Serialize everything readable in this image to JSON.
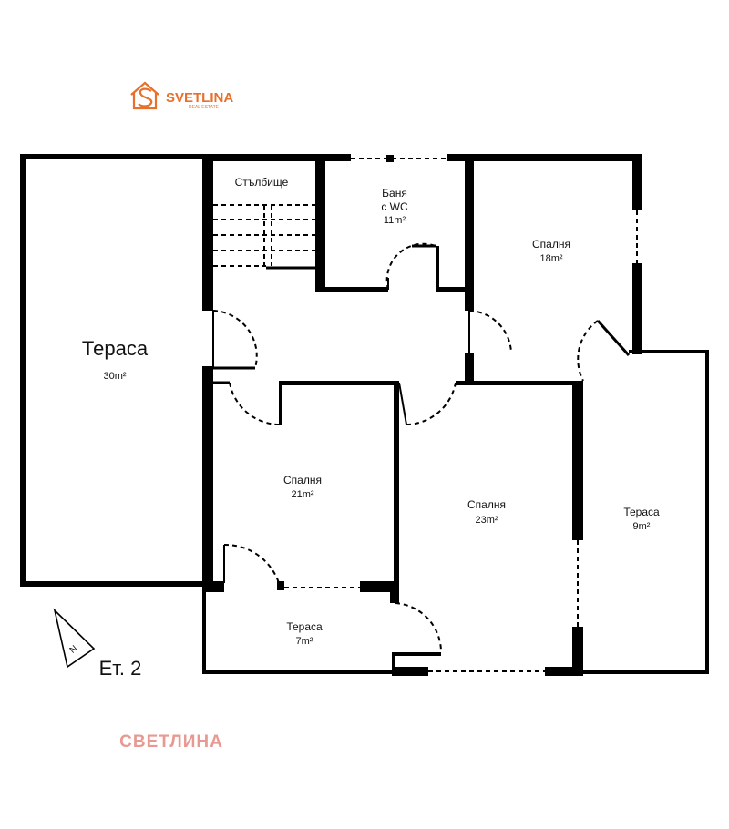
{
  "brand": {
    "name": "SVETLINA",
    "sub": "REAL ESTATE",
    "color": "#e8702c",
    "watermark": "СВЕТЛИНА",
    "watermark_color": "#e89a92"
  },
  "floor_label": "Ет. 2",
  "compass_letter": "N",
  "rooms": {
    "terrace_big": {
      "name": "Тераса",
      "area": "30m²"
    },
    "stairs": {
      "name": "Стълбище"
    },
    "bathroom": {
      "line1": "Баня",
      "line2": "с WC",
      "area": "11m²"
    },
    "bedroom_ne": {
      "name": "Спалня",
      "area": "18m²"
    },
    "bedroom_w": {
      "name": "Спалня",
      "area": "21m²"
    },
    "bedroom_c": {
      "name": "Спалня",
      "area": "23m²"
    },
    "terrace_e": {
      "name": "Тераса",
      "area": "9m²"
    },
    "terrace_s": {
      "name": "Тераса",
      "area": "7m²"
    }
  }
}
